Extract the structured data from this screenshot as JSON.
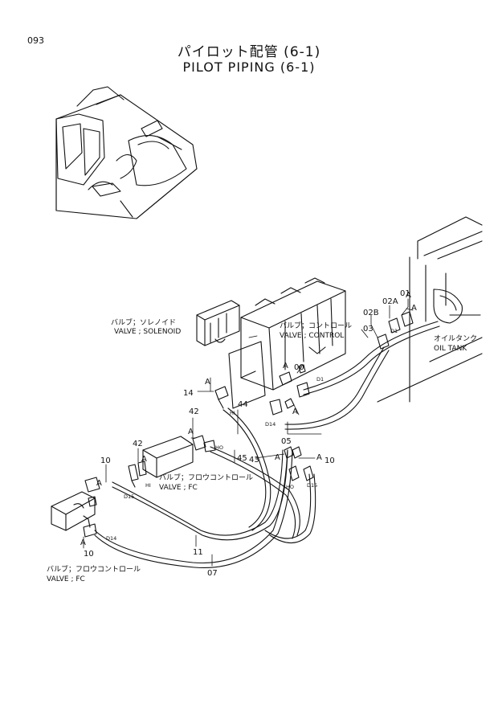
{
  "page_number": "093",
  "title_jp": "パイロット配管 (6-1)",
  "title_en": "PILOT PIPING (6-1)",
  "captions": {
    "solenoid_jp": "バルブ；ソレノイド",
    "solenoid_en": "VALVE ; SOLENOID",
    "control_jp": "バルブ；コントロール",
    "control_en": "VALVE ; CONTROL",
    "oiltank_jp": "オイルタンク",
    "oiltank_en": "OIL TANK",
    "fc_mid_jp": "バルブ；フロウコントロール",
    "fc_mid_en": "VALVE ; FC",
    "fc_low_jp": "バルブ；フロウコントロール",
    "fc_low_en": "VALVE ; FC"
  },
  "part_numbers": {
    "p01": "01",
    "p02a": "02A",
    "p02b": "02B",
    "p03": "03",
    "p00": "00",
    "p05": "05",
    "p14": "14",
    "p44": "44",
    "p42a": "42",
    "p42b": "42",
    "p45": "45",
    "p43": "43",
    "p10a": "10",
    "p10b": "10",
    "p10c": "10",
    "p11": "11",
    "p07": "07"
  },
  "detail_marks": {
    "a1": "A",
    "a2": "A",
    "a3": "A",
    "a4": "A",
    "a5": "A",
    "a6": "A",
    "a7": "A",
    "a8": "A",
    "a9": "A",
    "a10": "A",
    "a11": "A"
  },
  "port_labels": {
    "d1a": "D1",
    "d1b": "D1",
    "d14a": "D14",
    "d14b": "D14",
    "d15a": "D15",
    "d15b": "D15",
    "hi_a": "HI",
    "hi_b": "HI",
    "ho_a": "HO",
    "ho_b": "HO"
  }
}
